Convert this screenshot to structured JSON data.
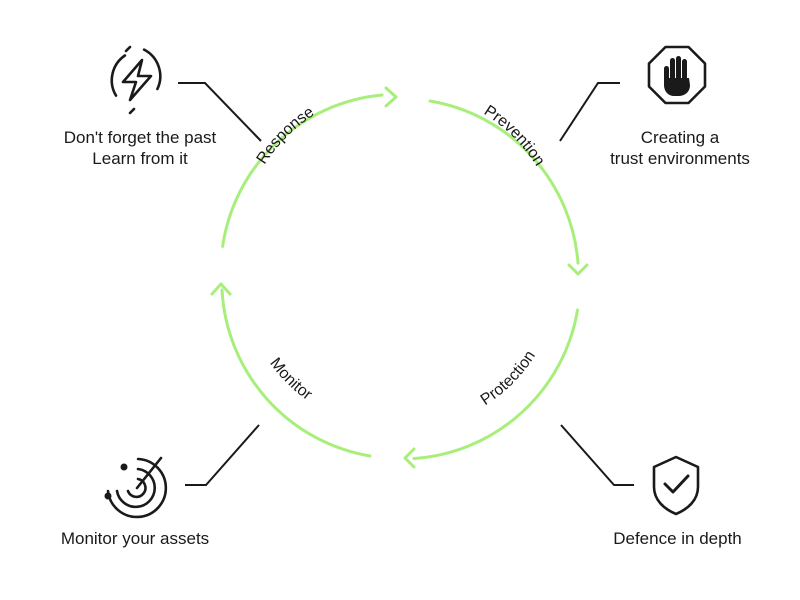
{
  "colors": {
    "cycle_arc": "#a7ef7a",
    "ink": "#1a1a1a"
  },
  "cycle": {
    "phases": [
      {
        "label": "Response",
        "icon": "lightning-bolt-icon"
      },
      {
        "label": "Prevention",
        "icon": "stop-hand-icon"
      },
      {
        "label": "Protection",
        "icon": "shield-check-icon"
      },
      {
        "label": "Monitor",
        "icon": "radar-icon"
      }
    ]
  },
  "captions": {
    "response": [
      "Don't forget the past",
      "Learn from it"
    ],
    "prevention": [
      "Creating a",
      "trust environments"
    ],
    "protection": [
      "Defence in depth"
    ],
    "monitor": [
      "Monitor your assets"
    ]
  }
}
